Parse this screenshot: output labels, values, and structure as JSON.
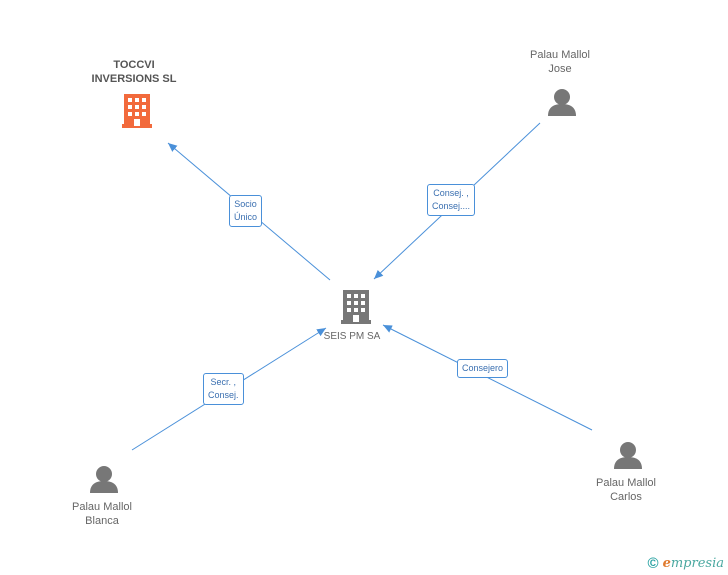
{
  "nodes": {
    "toccvi": {
      "line1": "TOCCVI",
      "line2": "INVERSIONS SL"
    },
    "seis": {
      "name": "SEIS PM SA"
    },
    "jose": {
      "line1": "Palau Mallol",
      "line2": "Jose"
    },
    "blanca": {
      "line1": "Palau Mallol",
      "line2": "Blanca"
    },
    "carlos": {
      "line1": "Palau Mallol",
      "line2": "Carlos"
    }
  },
  "edges": {
    "socio": {
      "line1": "Socio",
      "line2": "Único"
    },
    "consej_jose": {
      "line1": "Consej. ,",
      "line2": "Consej...."
    },
    "secr": {
      "line1": "Secr. ,",
      "line2": "Consej."
    },
    "consejero": {
      "line1": "Consejero"
    }
  },
  "colors": {
    "edge": "#4a90d9",
    "company_highlight": "#f26a3c",
    "company": "#777777",
    "person": "#777777"
  },
  "brand": {
    "copyright_symbol": "©",
    "name_initial": "e",
    "name_rest": "mpresia"
  }
}
